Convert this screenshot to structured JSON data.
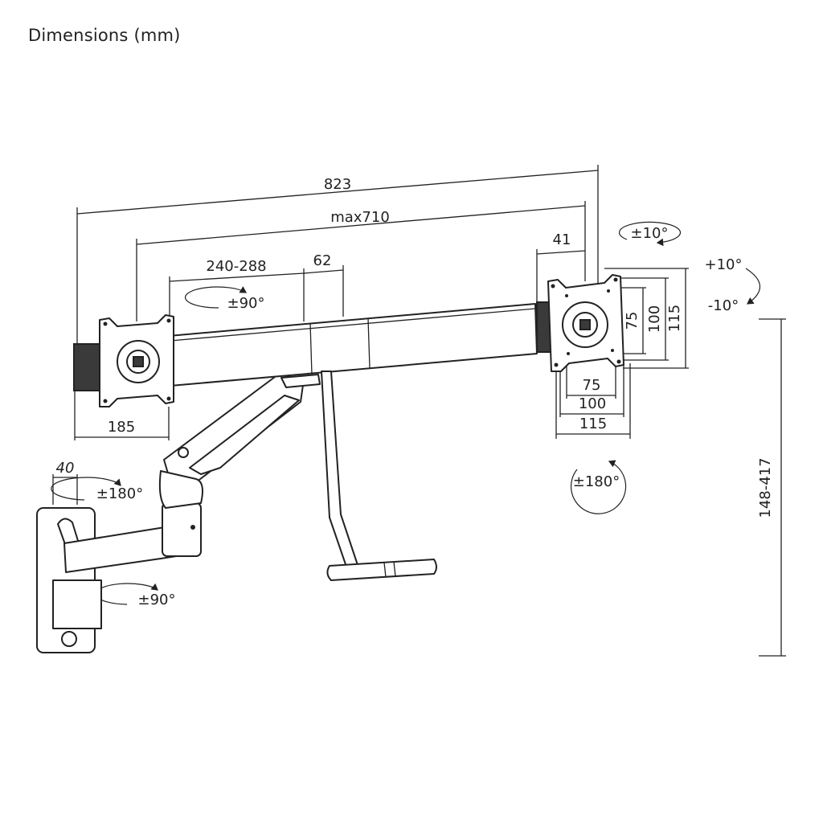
{
  "title": "Dimensions (mm)",
  "dimensions": {
    "overall_width": "823",
    "max_span": "max710",
    "arm_length": "240-288",
    "clamp_width": "62",
    "right_offset": "41",
    "left_offset": "185",
    "wall_depth": "40",
    "height_range": "148-417"
  },
  "vesa": {
    "h75": "75",
    "h100": "100",
    "h115": "115",
    "v75": "75",
    "v100": "100",
    "v115": "115"
  },
  "rotations": {
    "swivel_top_right": "±10°",
    "tilt_up": "+10°",
    "tilt_down": "-10°",
    "arm_swivel": "±90°",
    "rotate_right": "±180°",
    "rotate_left": "±180°",
    "wall_swivel": "±90°"
  }
}
